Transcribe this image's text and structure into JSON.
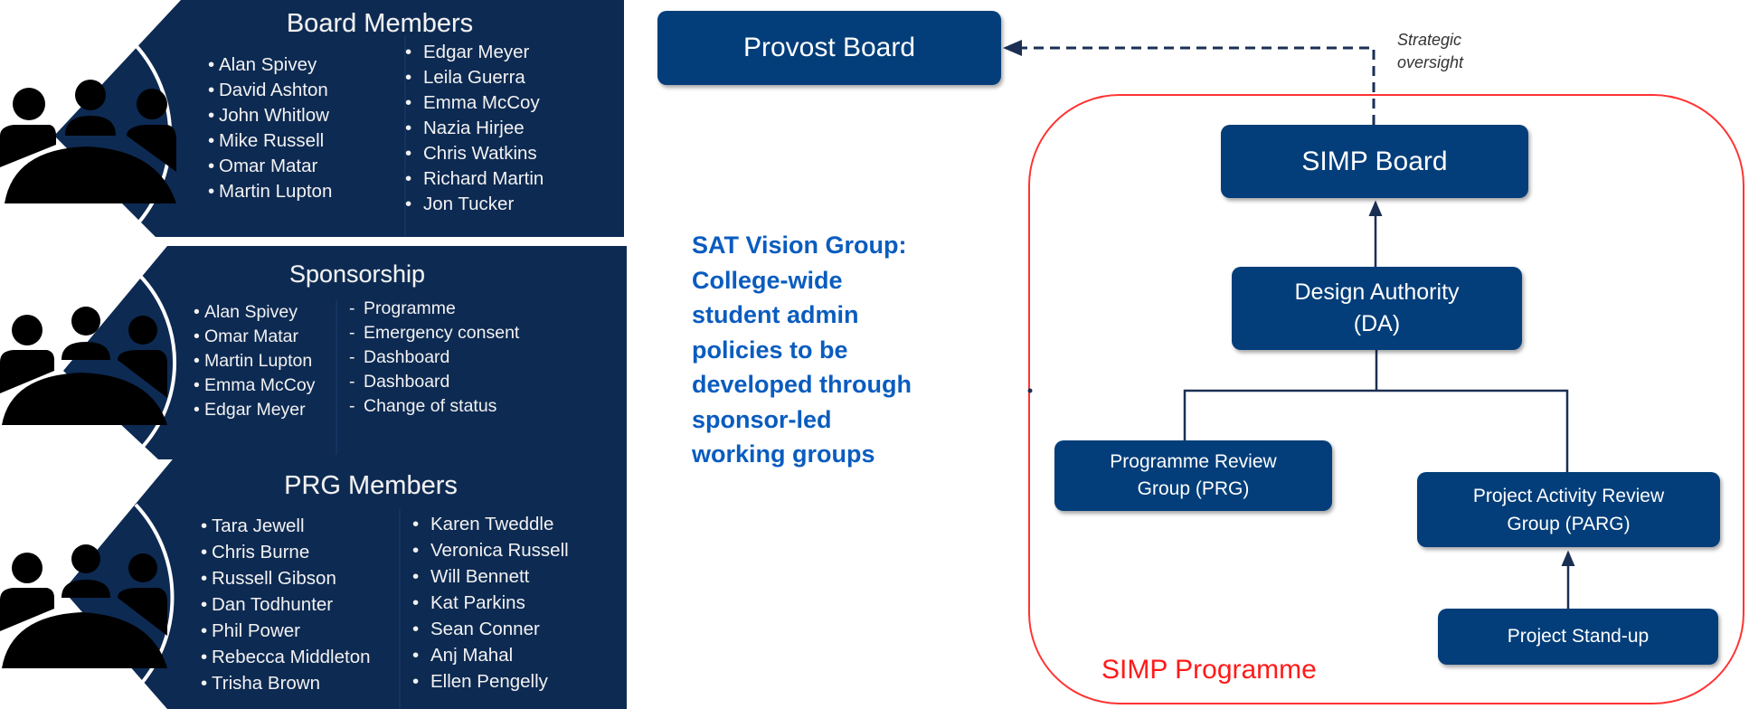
{
  "colors": {
    "panel_bg": "#0d2a52",
    "box_bg": "#033e7a",
    "vision_text": "#0a5cbf",
    "programme_border": "#ff3333",
    "programme_label": "#ff1a1a",
    "connector": "#1b2f55"
  },
  "panels": {
    "board": {
      "icon": "people-group-icon",
      "title": "Board Members",
      "bullet": "•",
      "col1": [
        "Alan Spivey",
        "David Ashton",
        "John Whitlow",
        "Mike Russell",
        "Omar Matar",
        "Martin Lupton"
      ],
      "col2": [
        "Edgar Meyer",
        "Leila Guerra",
        "Emma McCoy",
        "Nazia Hirjee",
        "Chris Watkins",
        "Richard Martin",
        "Jon Tucker"
      ]
    },
    "sponsorship": {
      "icon": "people-group-icon",
      "title": "Sponsorship",
      "bullet": "•",
      "dash": "-",
      "col1": [
        "Alan Spivey",
        "Omar Matar",
        "Martin Lupton",
        "Emma McCoy",
        "Edgar Meyer"
      ],
      "col2": [
        "Programme",
        "Emergency consent",
        "Dashboard",
        "Dashboard",
        "Change of status"
      ]
    },
    "prg": {
      "icon": "people-group-icon",
      "title": "PRG Members",
      "bullet": "•",
      "col1": [
        "Tara Jewell",
        "Chris Burne",
        "Russell Gibson",
        "Dan Todhunter",
        "Phil Power",
        "Rebecca Middleton",
        "Trisha Brown"
      ],
      "col2": [
        "Karen Tweddle",
        "Veronica Russell",
        "Will Bennett",
        "Kat Parkins",
        "Sean Conner",
        "Anj Mahal",
        "Ellen Pengelly"
      ]
    }
  },
  "vision": {
    "lines": [
      "SAT Vision Group:",
      "College-wide",
      "student admin",
      "policies to be",
      "developed through",
      "sponsor-led",
      "working groups"
    ]
  },
  "diagram": {
    "provost_board": "Provost Board",
    "strategic_label": [
      "Strategic",
      "oversight"
    ],
    "simp_board": "SIMP Board",
    "design_authority": [
      "Design Authority",
      "(DA)"
    ],
    "prg_box": [
      "Programme Review",
      "Group (PRG)"
    ],
    "parg_box": [
      "Project Activity Review",
      "Group (PARG)"
    ],
    "standup": "Project Stand-up",
    "programme_label": "SIMP Programme"
  }
}
